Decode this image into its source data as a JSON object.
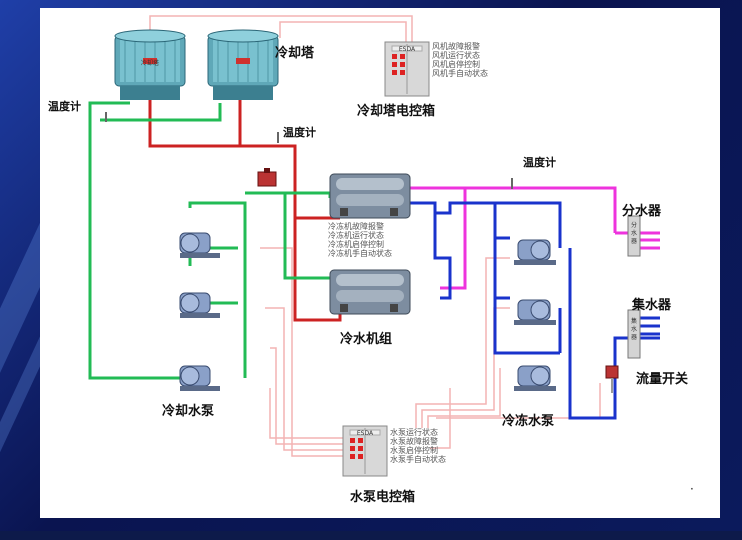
{
  "labels": {
    "cooling_tower": "冷却塔",
    "temp_gauge_left": "温度计",
    "temp_gauge_mid": "温度计",
    "temp_gauge_right": "温度计",
    "tower_control_box": "冷却塔电控箱",
    "chiller_unit": "冷水机组",
    "distributor": "分水器",
    "collector": "集水器",
    "flow_switch": "流量开关",
    "cooling_pump": "冷却水泵",
    "chilled_pump": "冷冻水泵",
    "pump_control_box": "水泵电控箱",
    "distributor_tag": "分水器",
    "collector_tag": "集水器",
    "tower_sign": "冷却塔",
    "box_sign": "ESDA"
  },
  "tower_box_signals": [
    "风机故障报警",
    "风机运行状态",
    "风机启停控制",
    "风机手自动状态"
  ],
  "chiller_signals": [
    "冷冻机故障报警",
    "冷冻机运行状态",
    "冷冻机启停控制",
    "冷冻机手自动状态"
  ],
  "pump_box_signals": [
    "水泵运行状态",
    "水泵故障报警",
    "水泵启停控制",
    "水泵手自动状态"
  ],
  "colors": {
    "cooling_return": "#cc2222",
    "cooling_supply": "#22bb55",
    "chilled_supply": "#ee33dd",
    "chilled_return": "#1a33cc",
    "signal": "#f3b3b3"
  }
}
